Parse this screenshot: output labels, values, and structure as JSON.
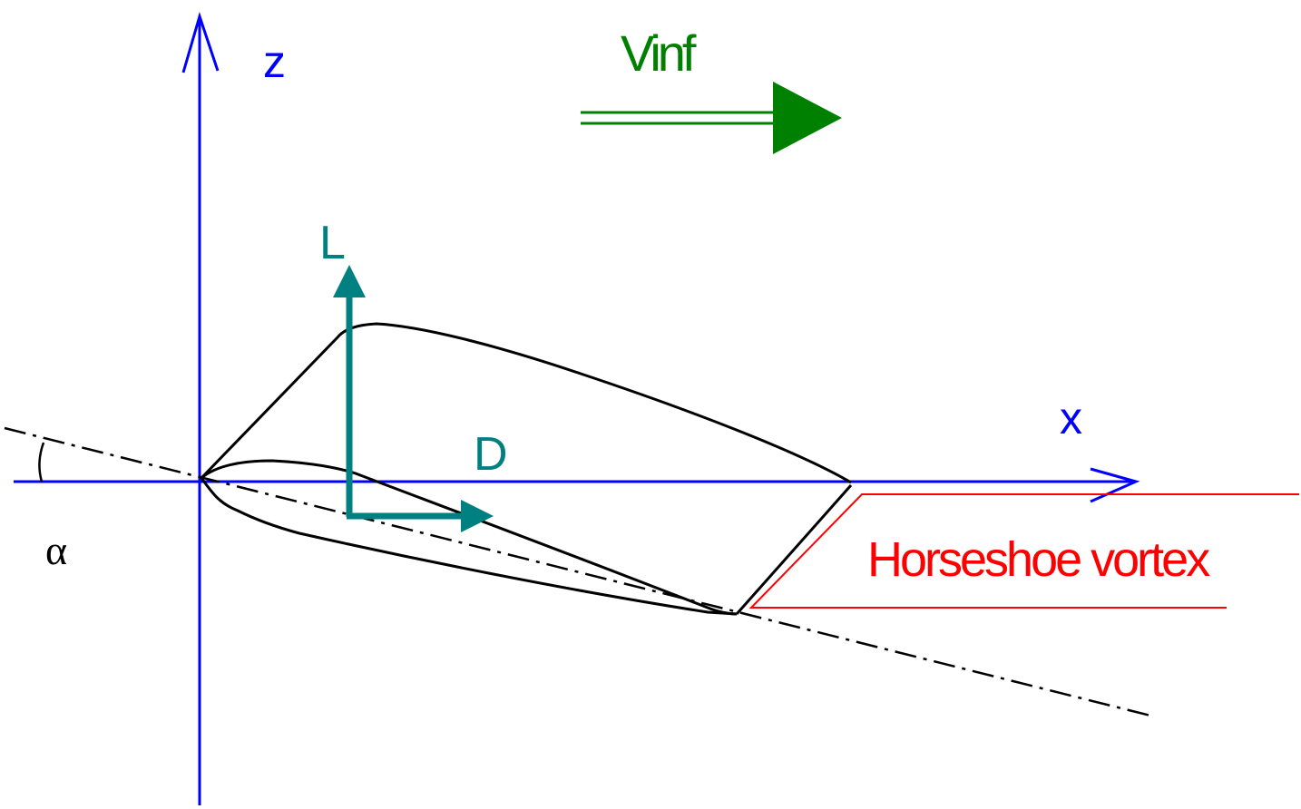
{
  "labels": {
    "z_axis": "z",
    "x_axis": "x",
    "freestream": "Vinf",
    "lift": "L",
    "drag": "D",
    "vortex": "Horseshoe vortex",
    "angle": "α"
  },
  "colors": {
    "axes": "#0000ff",
    "freestream": "#008000",
    "forces": "#008080",
    "vortex": "#ff0000",
    "airfoil": "#000000",
    "chord_line": "#000000"
  }
}
